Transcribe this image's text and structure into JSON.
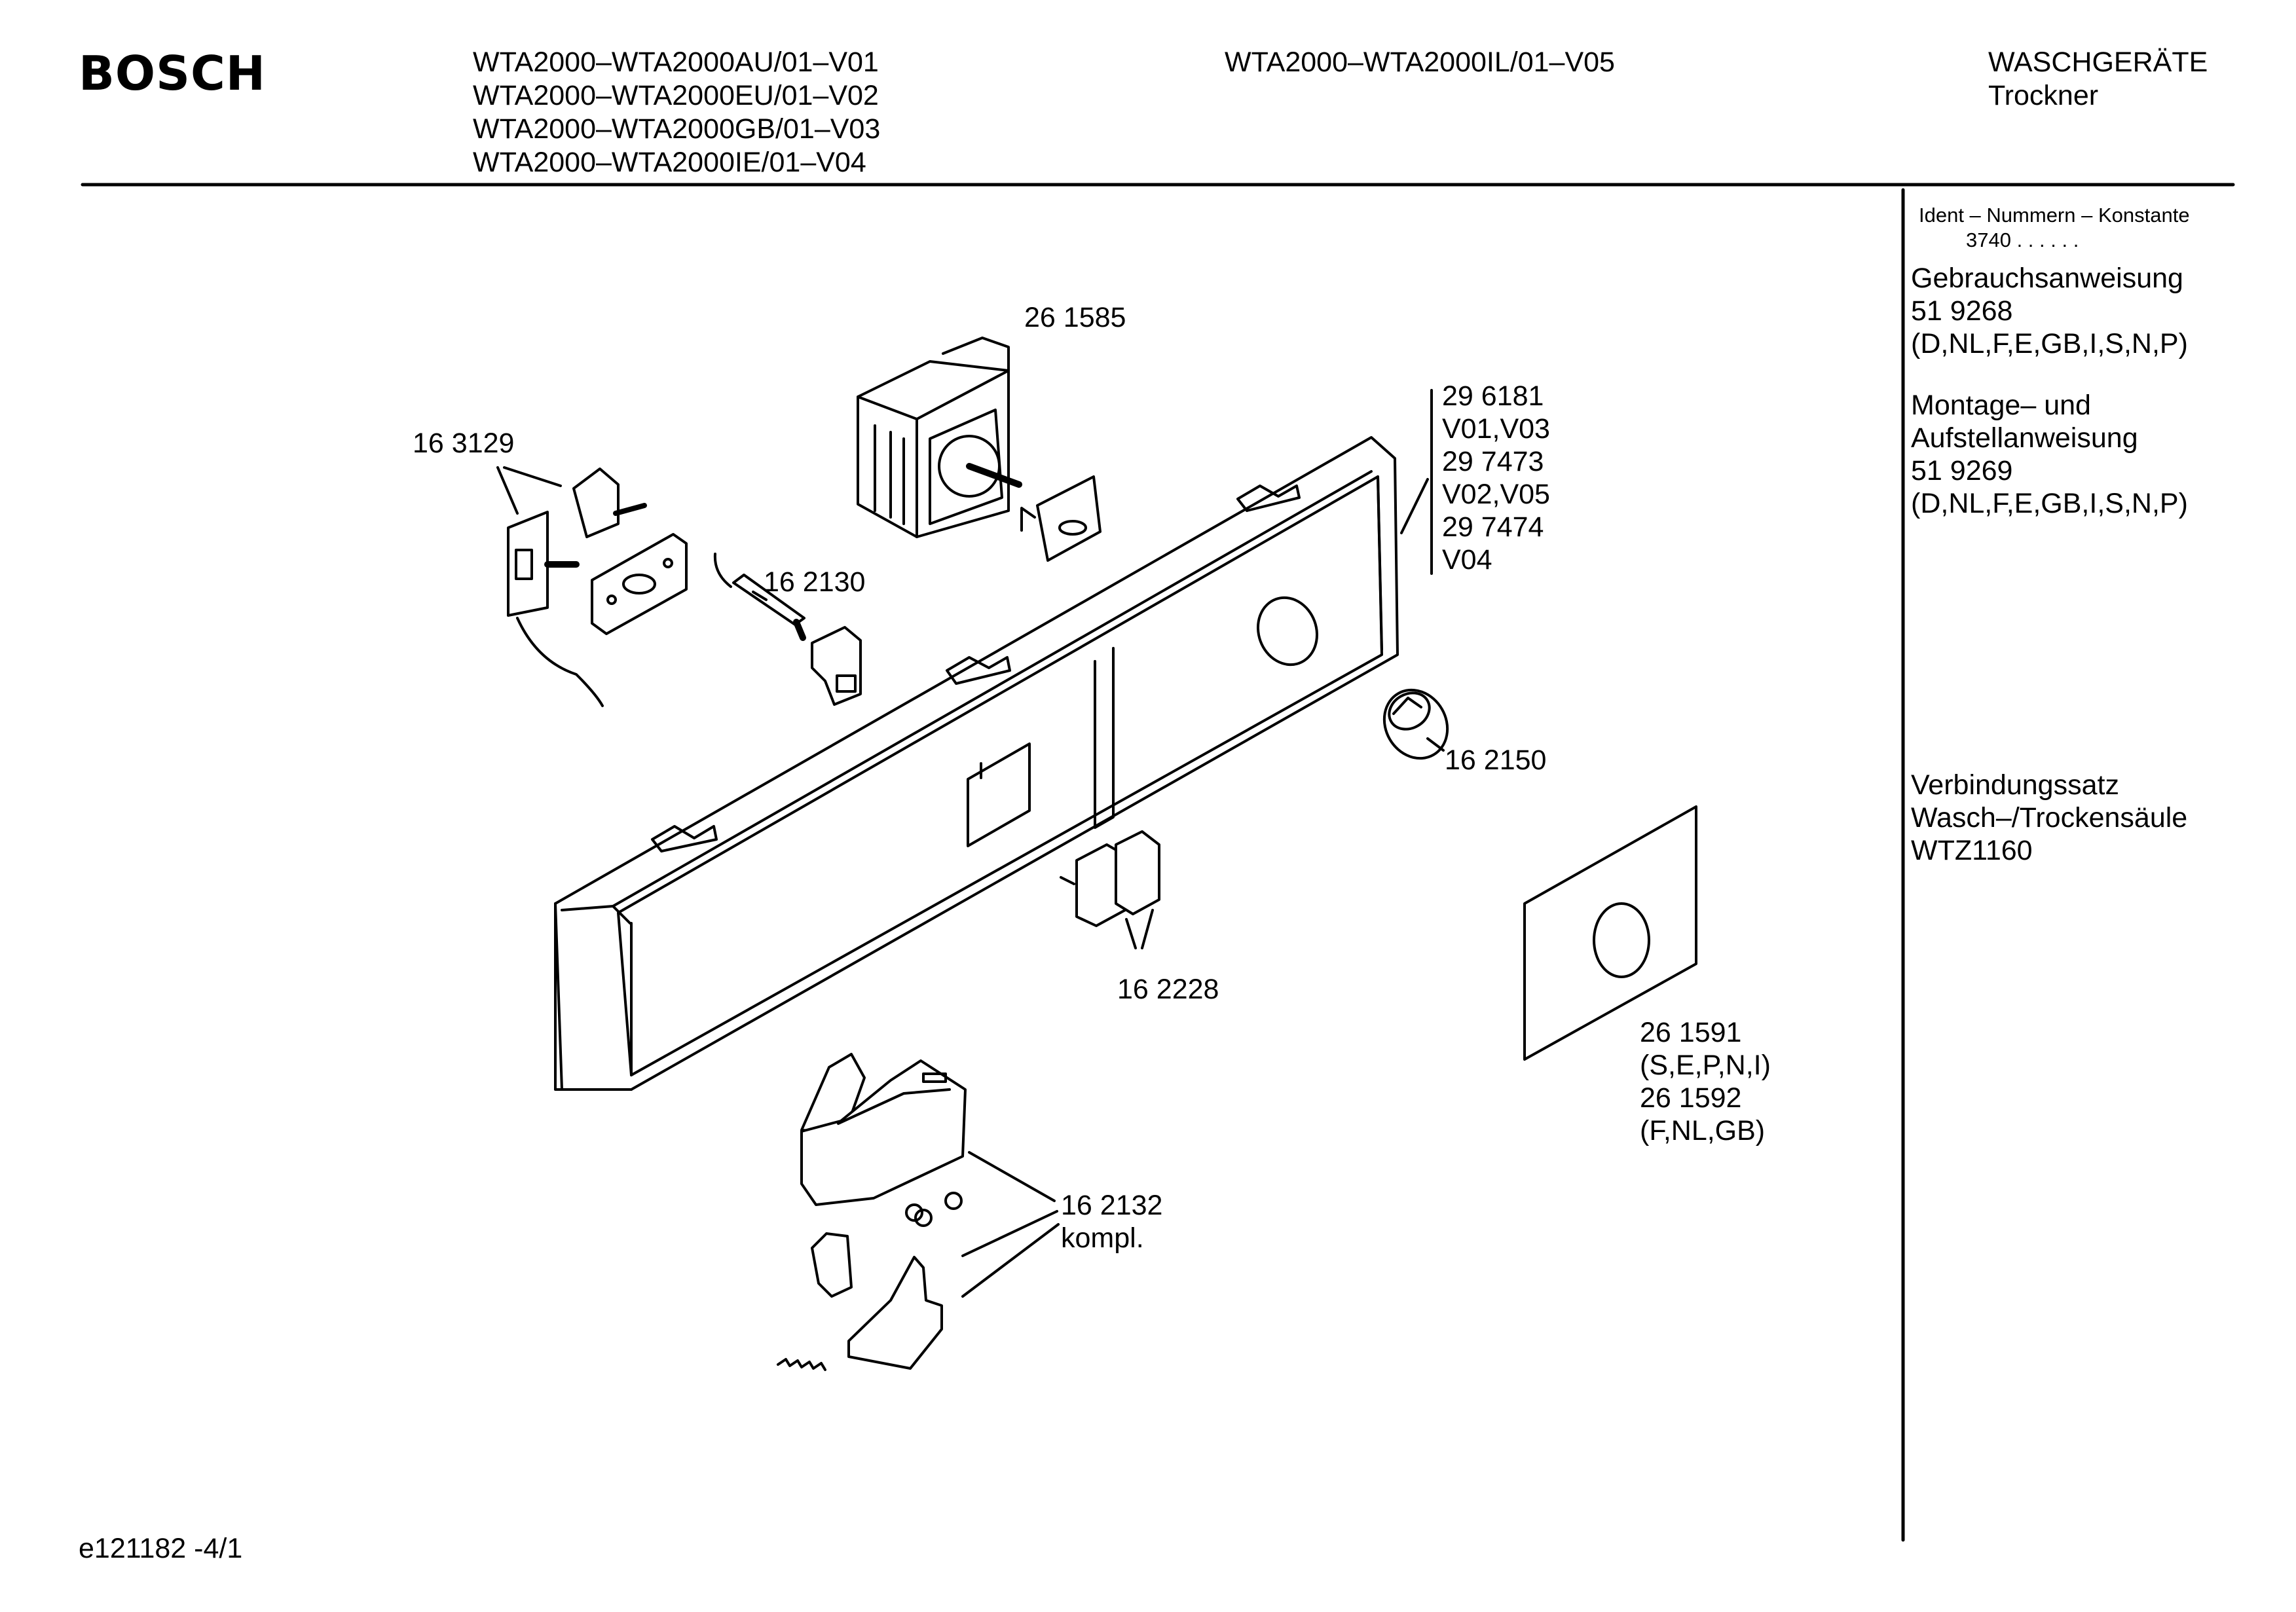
{
  "header": {
    "brand": "BOSCH",
    "models_col1": [
      "WTA2000–WTA2000AU/01–V01",
      "WTA2000–WTA2000EU/01–V02",
      "WTA2000–WTA2000GB/01–V03",
      "WTA2000–WTA2000IE/01–V04"
    ],
    "models_col2": [
      "WTA2000–WTA2000IL/01–V05"
    ],
    "category": "WASCHGERÄTE",
    "subcategory": "Trockner"
  },
  "sidebar": {
    "ident_title": "Ident – Nummern – Konstante",
    "ident_value": "3740 . .  . . . .",
    "manual_title": "Gebrauchsanweisung",
    "manual_number": "51 9268",
    "manual_langs": "(D,NL,F,E,GB,I,S,N,P)",
    "install_title_1": "Montage– und",
    "install_title_2": "Aufstellanweisung",
    "install_number": "51 9269",
    "install_langs": "(D,NL,F,E,GB,I,S,N,P)",
    "kit_title_1": "Verbindungssatz",
    "kit_title_2": "Wasch–/Trockensäule",
    "kit_number": "WTZ1160"
  },
  "parts": {
    "timer": "26 1585",
    "sensor_switch": "16 3129",
    "thermistor": "16 2130",
    "panel_1": "29 6181",
    "panel_1_var": "V01,V03",
    "panel_2": "29 7473",
    "panel_2_var": "V02,V05",
    "panel_3": "29 7474",
    "panel_3_var": "V04",
    "knob": "16 2150",
    "push_buttons": "16 2228",
    "plate_1": "26 1591",
    "plate_1_langs": "(S,E,P,N,I)",
    "plate_2": "26 1592",
    "plate_2_langs": "(F,NL,GB)",
    "door_lock": "16 2132",
    "door_lock_note": "kompl."
  },
  "footer": {
    "drawing_id": "e121182 -4/1"
  }
}
